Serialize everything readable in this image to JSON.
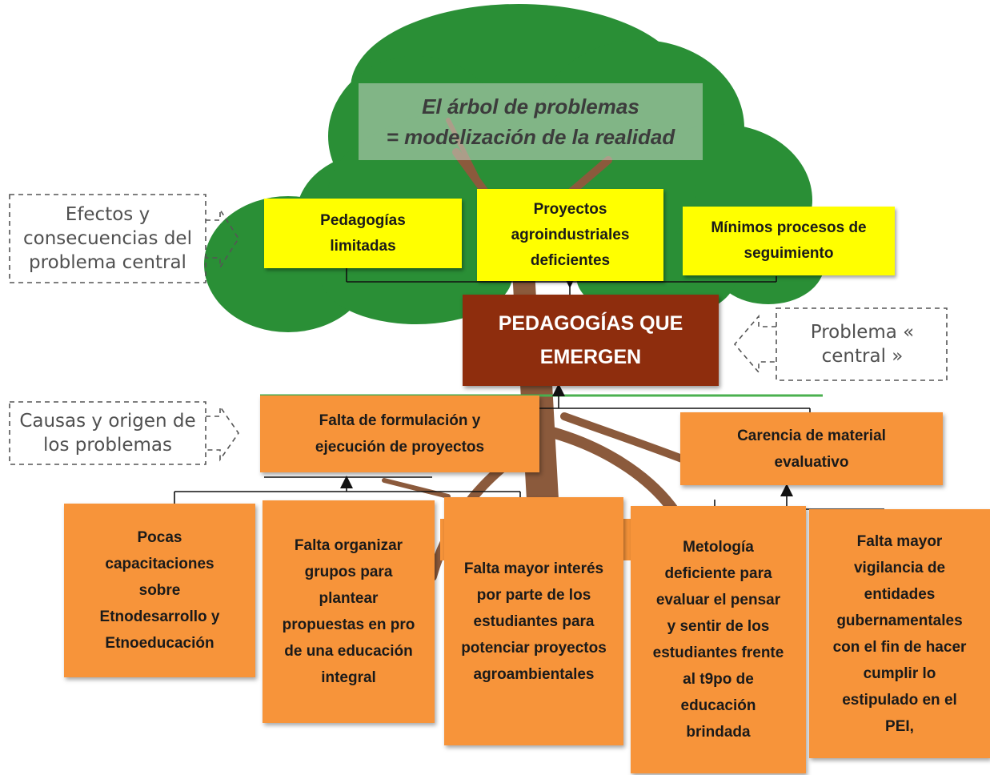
{
  "banner": {
    "line1": "El árbol de problemas",
    "line2": "= modelización de la realidad"
  },
  "side_labels": {
    "effects": "Efectos y consecuencias del problema central",
    "central": "Problema « central »",
    "causes": "Causas y origen de los problemas"
  },
  "effects": [
    "Pedagogías limitadas",
    "Proyectos agroindustriales deficientes",
    "Mínimos procesos de seguimiento"
  ],
  "central_problem": "PEDAGOGÍAS QUE EMERGEN",
  "primary_causes": [
    "Falta de formulación y ejecución de proyectos",
    "Carencia de material evaluativo"
  ],
  "sub_causes": [
    "Pocas capacitaciones sobre Etnodesarrollo y Etnoeducación",
    "Falta organizar grupos para plantear propuestas en pro de una educación integral",
    "Falta mayor interés por parte de los estudiantes para potenciar proyectos agroambientales",
    "Metología deficiente para evaluar el pensar y sentir de los estudiantes frente al t9po de educación brindada",
    "Falta mayor vigilancia de entidades gubernamentales con el fin de hacer cumplir lo estipulado en el PEI,"
  ],
  "colors": {
    "canopy": "#2a8f36",
    "trunk": "#8b5a3c",
    "effect_box": "#ffff00",
    "cause_box": "#f7943a",
    "central_box": "#8e2d0d"
  }
}
